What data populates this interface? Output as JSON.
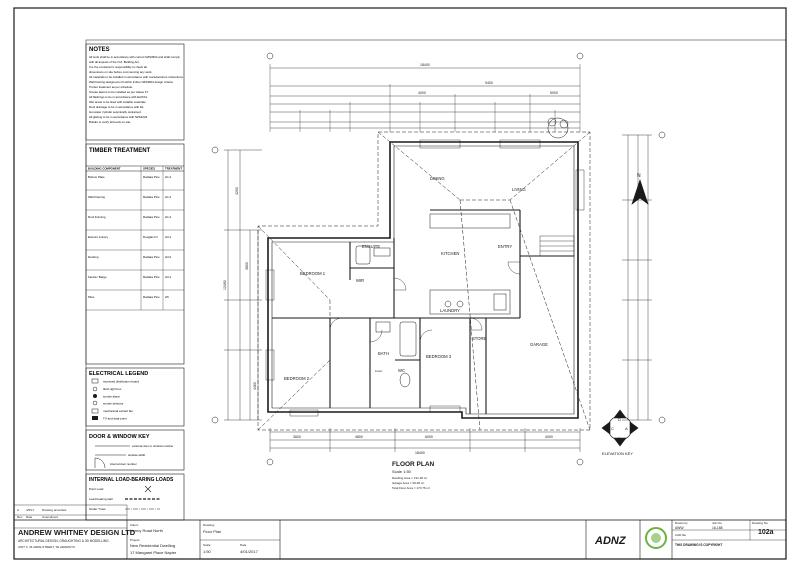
{
  "notes": {
    "title": "NOTES",
    "lines": [
      "All work shall be in accordance with current NZS3604 and shall comply",
      "with all aspects of the N.Z. Building Act.",
      "It is the contractor's responsibility to check all",
      "dimensions on site before commencing any work.",
      "All materials to be installed in accordance with manufacturers instructions.",
      "Wall framing designed to fit within timber NZS3604 design criteria.",
      "Timber treatment as per schedule.",
      "Smoke alarms to be installed as per clause F7.",
      "All flashings to be in accordance with E2/AS1.",
      "Wet areas to be lined with suitable materials.",
      "Roof drainage to be in accordance with E1.",
      "Hot water cylinder seismically restrained.",
      "All glazing to be in accordance with NZS4223.",
      "Builder to verify all levels on site."
    ]
  },
  "timber": {
    "title": "TIMBER TREATMENT",
    "header": [
      "BUILDING COMPONENT",
      "SPECIES",
      "TREATMENT"
    ],
    "rows": [
      [
        "Bottom Plate",
        "Radiata Pine",
        "H1.2"
      ],
      [
        "Wall Framing",
        "Radiata Pine",
        "H1.2"
      ],
      [
        "Roof Framing",
        "Radiata Pine",
        "H1.2"
      ],
      [
        "Exterior Joinery",
        "Douglas Fir",
        "H3.1"
      ],
      [
        "Decking",
        "Radiata Pine",
        "H3.2"
      ],
      [
        "Fascia / Barge",
        "Radiata Pine",
        "H3.1"
      ],
      [
        "Piles",
        "Radiata Pine",
        "H5"
      ]
    ]
  },
  "electrical": {
    "title": "ELECTRICAL LEGEND",
    "items": [
      "recessed distribution board",
      "flush light box",
      "smoke alarm",
      "smoke detector",
      "mechanical extract fan",
      "TV and data point"
    ]
  },
  "door_window": {
    "title": "DOOR & WINDOW KEY",
    "items": [
      "external door or window number",
      "window width",
      "internal door number"
    ]
  },
  "load_bearing": {
    "title": "INTERNAL LOAD-BEARING LOADS",
    "items": [
      "Point Load",
      "Load bearing wall",
      "Girder Truss"
    ]
  },
  "plan": {
    "rooms": {
      "dining": "DINING",
      "living": "LIVING",
      "ensuite": "ENSUITE",
      "kitchen": "KITCHEN",
      "entry": "ENTRY",
      "bedroom1": "BEDROOM 1",
      "wir": "WIR",
      "laundry": "LAUNDRY",
      "garage": "GARAGE",
      "bedroom2": "BEDROOM 2",
      "bath": "BATH",
      "wc": "WC",
      "bedroom3": "BEDROOM 3",
      "store": "STORE",
      "linen": "Linen"
    },
    "title": "FLOOR PLAN",
    "scale": "Scale 1:50",
    "areas": [
      "Dwelling Area = 131.28 m²",
      "Garage Area = 39.48 m²",
      "Total Floor Area = 170.76 m²"
    ],
    "dims_top": [
      "18400",
      "9400",
      "4000",
      "5000"
    ],
    "dims_bottom": [
      "18400",
      "3600",
      "4800",
      "6000",
      "4000"
    ],
    "dims_left": [
      "12460",
      "4200",
      "3800",
      "4460"
    ]
  },
  "elevation_key": {
    "title": "ELEVATION KEY",
    "letters": [
      "A",
      "B",
      "C",
      "D"
    ]
  },
  "north": {
    "label": "N"
  },
  "revision": {
    "rows": [
      [
        "A",
        "4/5/17",
        "Drawing amended"
      ],
      [
        "Rev",
        "Date",
        "Amendment"
      ]
    ]
  },
  "titleblock": {
    "firm": "ANDREW WHITNEY DESIGN LTD",
    "firm_sub": "ARCHITECTURAL DESIGN, DRAUGHTING & 3D MODELLING",
    "address": "UNIT 3, 34 ARDE STREET, TE AWAMUTU",
    "client_label": "Client:",
    "client": "Kenny Road North",
    "project_label": "Project:",
    "project": "New Residential Dwelling",
    "site": "17 Mangarei Place Napier",
    "drawing_label": "Drawing:",
    "drawing": "Floor Plan",
    "scale_label": "Scale",
    "scale": "1:50",
    "date_label": "Date",
    "date": "4/01/2017",
    "drawn_label": "Drawn by",
    "drawn": "AWW",
    "job_label": "Job No.",
    "job": "16-188",
    "sheet_label": "Drawing No.",
    "sheet": "102a",
    "cad_label": "CAD file",
    "copyright": "THIS DRAWING IS COPYRIGHT",
    "logo": "ADNZ"
  },
  "colors": {
    "line": "#1a1a1a",
    "light": "#777777",
    "logo_green": "#6db33f"
  }
}
